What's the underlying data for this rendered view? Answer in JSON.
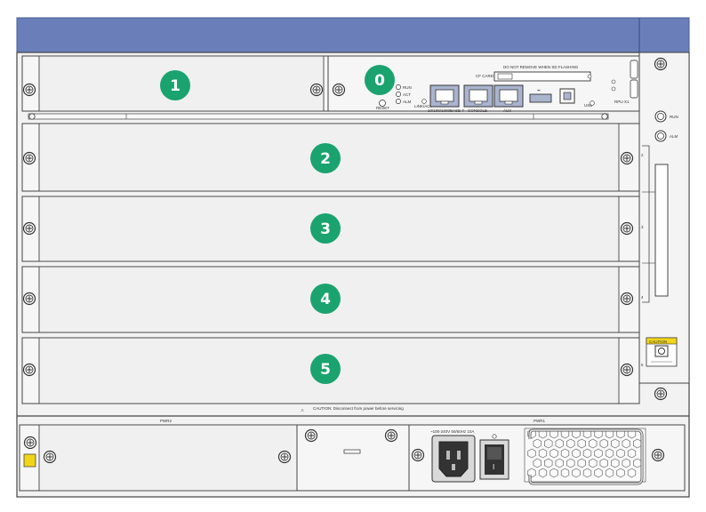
{
  "slots": [
    {
      "label": "1"
    },
    {
      "label": "0"
    },
    {
      "label": "2"
    },
    {
      "label": "3"
    },
    {
      "label": "4"
    },
    {
      "label": "5"
    }
  ],
  "mpu_panel": {
    "slot_header": "DO NOT REMOVE WHEN SD FLASHING",
    "cf_card_label": "CF CARD",
    "leds": [
      "RUN",
      "ACT",
      "ALM"
    ],
    "reset_label": "RESET",
    "lnk_label": "LINK/ACT",
    "ports": [
      "10/100/1000BASE-T",
      "CONSOLE",
      "AUX"
    ],
    "usb_label": "USB",
    "model_label": "RPU-X1"
  },
  "right_panel": {
    "run_label": "RUN",
    "alm_label": "ALM",
    "slot_marks": [
      "2",
      "3",
      "4",
      "5"
    ],
    "caution_label": "CAUTION"
  },
  "power": {
    "warning_text": "CAUTION: Disconnect from power before servicing",
    "pwr2_label": "PWR2",
    "pwr1_label": "PWR1",
    "rating_label": "~100-240V 50/60Hz 10A"
  },
  "colors": {
    "top_bar": "#6a7fba",
    "slot_badge": "#1aa36f",
    "chassis_bg": "#f2f2f2",
    "line": "#444444"
  }
}
